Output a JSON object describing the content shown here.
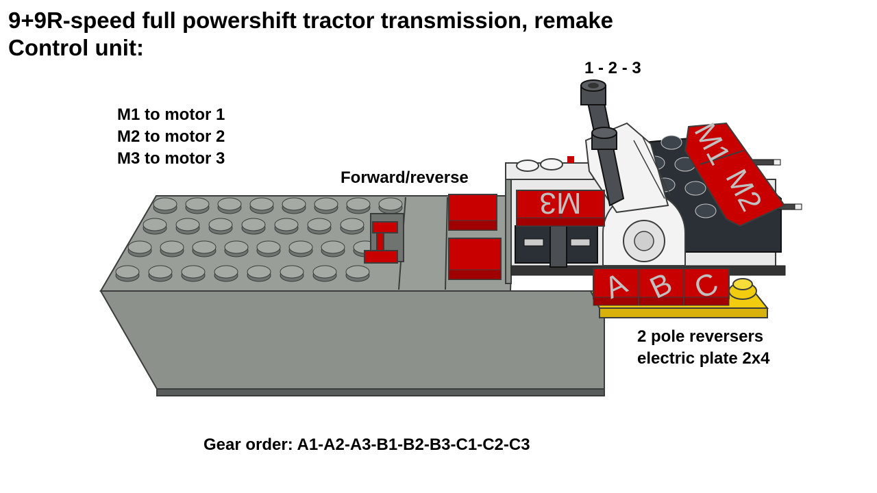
{
  "title": {
    "line1": "9+9R-speed full powershift tractor transmission, remake",
    "line2": "Control unit:"
  },
  "labels": {
    "motors": [
      "M1 to motor 1",
      "M2 to motor 2",
      "M3 to motor 3"
    ],
    "forward_reverse": "Forward/reverse",
    "lever": "1 - 2 - 3",
    "reversers": [
      "2 pole reversers",
      "electric plate 2x4"
    ],
    "gear_order": "Gear order: A1-A2-A3-B1-B2-B3-C1-C2-C3"
  },
  "tiles": {
    "m3": "M3",
    "m1": "M1",
    "m2": "M2",
    "a": "A",
    "b": "B",
    "c": "C"
  },
  "colors": {
    "brick_gray": "#878c87",
    "dark_gray": "#4b4f53",
    "red": "#c90000",
    "yellow": "#f2cc0f",
    "white": "#ededed",
    "navy": "#2b3036"
  }
}
